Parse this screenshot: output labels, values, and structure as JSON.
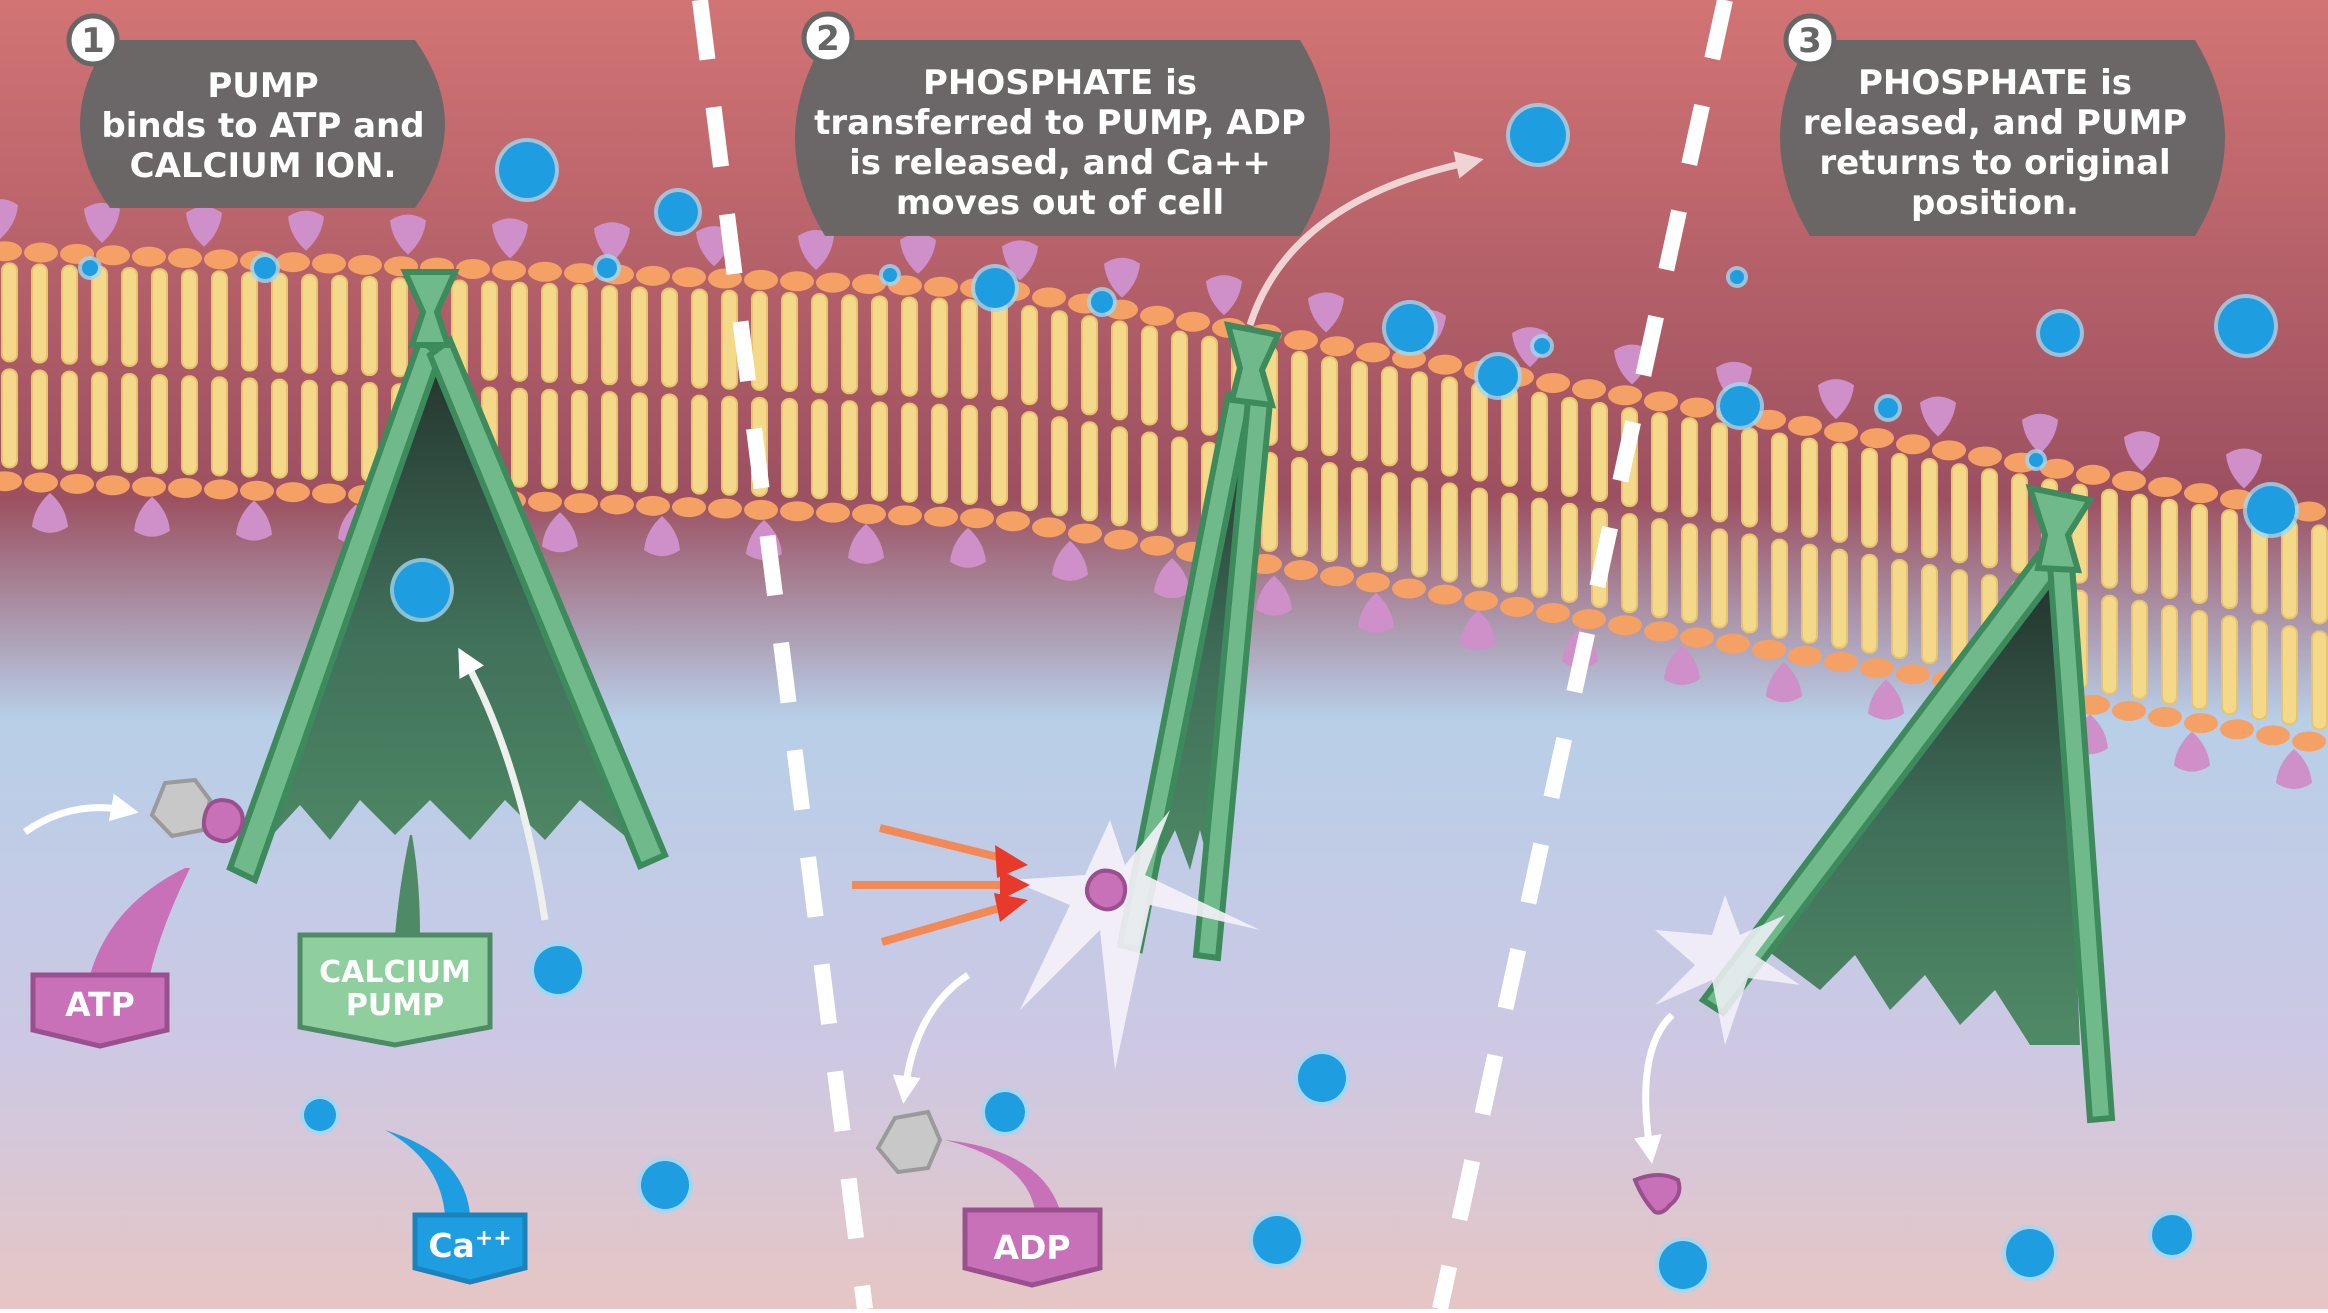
{
  "steps": [
    {
      "number": "1",
      "lines": [
        "PUMP",
        "binds to ATP and",
        "CALCIUM ION."
      ]
    },
    {
      "number": "2",
      "lines": [
        "PHOSPHATE is",
        "transferred to PUMP, ADP",
        "is released, and Ca++",
        "moves out of cell"
      ]
    },
    {
      "number": "3",
      "lines": [
        "PHOSPHATE is",
        "released, and PUMP",
        "returns to original",
        "position."
      ]
    }
  ],
  "labels": {
    "atp": "ATP",
    "calcium_pump": [
      "CALCIUM",
      "PUMP"
    ],
    "calcium_base": "Ca",
    "calcium_charge": "++",
    "adp": "ADP"
  },
  "colors": {
    "outside_top": "#d27474",
    "outside_bottom": "#9c5060",
    "inside_top": "#b8cfe8",
    "inside_bottom": "#e4c8c8",
    "lipid_tail": "#f5d98a",
    "lipid_head": "#f5a064",
    "glycoprotein": "#cf8fc8",
    "pump_green": "#6fb98a",
    "pump_dark": "#2e4a40",
    "calcium_ion": "#1e9de0",
    "atp_purple": "#c870b8",
    "bubble_gray": "#666666"
  }
}
